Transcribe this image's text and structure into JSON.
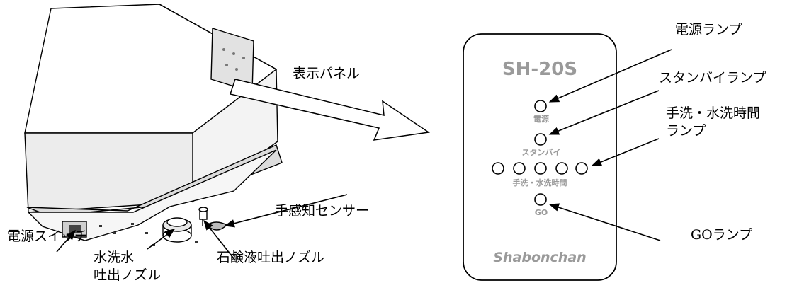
{
  "device": {
    "caption_display_panel": "表示パネル",
    "caption_power_switch": "電源スイッチ",
    "caption_wash_water_nozzle": [
      "水洗水",
      "吐出ノズル"
    ],
    "caption_soap_nozzle": "石鹸液吐出ノズル",
    "caption_hand_sensor": "手感知センサー"
  },
  "panel": {
    "model": "SH-20S",
    "label_power": "電源",
    "label_standby": "スタンバイ",
    "label_hand_wash_time": "手洗・水洗時間",
    "label_go": "GO",
    "brand": "Shabonchan"
  },
  "callouts": {
    "power_lamp": "電源ランプ",
    "standby_lamp": "スタンバイランプ",
    "wash_time_lamp": [
      "手洗・水洗時間",
      "ランプ"
    ],
    "go_lamp": "GOランプ"
  }
}
